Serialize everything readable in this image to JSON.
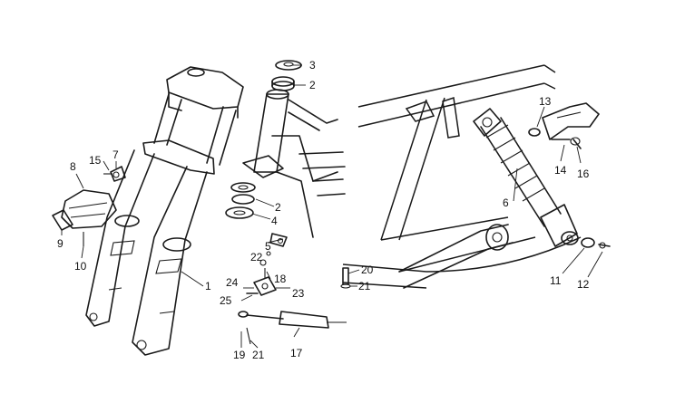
{
  "callouts": [
    {
      "id": "c1",
      "text": "1"
    },
    {
      "id": "c2a",
      "text": "2"
    },
    {
      "id": "c2b",
      "text": "2"
    },
    {
      "id": "c3",
      "text": "3"
    },
    {
      "id": "c4",
      "text": "4"
    },
    {
      "id": "c5",
      "text": "5"
    },
    {
      "id": "c6",
      "text": "6"
    },
    {
      "id": "c7",
      "text": "7"
    },
    {
      "id": "c8",
      "text": "8"
    },
    {
      "id": "c9",
      "text": "9"
    },
    {
      "id": "c10",
      "text": "10"
    },
    {
      "id": "c11",
      "text": "11"
    },
    {
      "id": "c12",
      "text": "12"
    },
    {
      "id": "c13",
      "text": "13"
    },
    {
      "id": "c14",
      "text": "14"
    },
    {
      "id": "c15",
      "text": "15"
    },
    {
      "id": "c16",
      "text": "16"
    },
    {
      "id": "c17",
      "text": "17"
    },
    {
      "id": "c18",
      "text": "18"
    },
    {
      "id": "c19",
      "text": "19"
    },
    {
      "id": "c20",
      "text": "20"
    },
    {
      "id": "c21a",
      "text": "21"
    },
    {
      "id": "c21b",
      "text": "21"
    },
    {
      "id": "c22",
      "text": "22"
    },
    {
      "id": "c23",
      "text": "23"
    },
    {
      "id": "c24",
      "text": "24"
    },
    {
      "id": "c25",
      "text": "25"
    }
  ]
}
